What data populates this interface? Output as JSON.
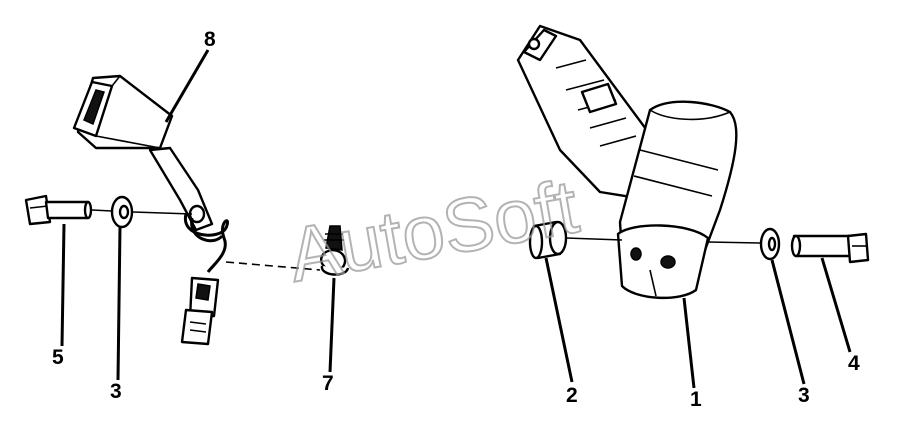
{
  "diagram": {
    "watermark": "AutoSoft",
    "callouts": [
      "8",
      "5",
      "3",
      "7",
      "2",
      "1",
      "3",
      "4"
    ],
    "colors": {
      "ink": "#000000",
      "paper": "#ffffff",
      "watermark": "#9a9a9a"
    }
  }
}
